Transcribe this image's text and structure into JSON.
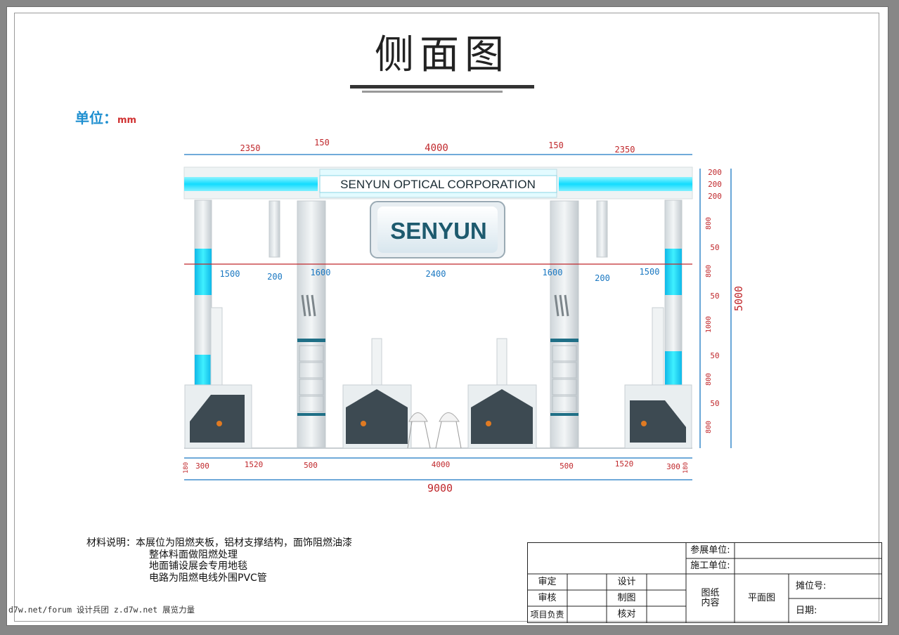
{
  "title": "侧面图",
  "unit": {
    "label": "单位：",
    "value": "mm"
  },
  "booth": {
    "header_sign": "SENYUN OPTICAL CORPORATION",
    "logo_sign": "SENYUN"
  },
  "dimensions": {
    "top": [
      "2350",
      "150",
      "4000",
      "150",
      "2350"
    ],
    "middle": [
      "1500",
      "200",
      "1600",
      "2400",
      "1600",
      "200",
      "1500"
    ],
    "bottom": [
      "180",
      "300",
      "1520",
      "500",
      "4000",
      "500",
      "1520",
      "300",
      "180"
    ],
    "total_width": "9000",
    "right_header": [
      "200",
      "200",
      "200"
    ],
    "right_vertical": [
      "800",
      "50",
      "800",
      "50",
      "1000",
      "50",
      "800",
      "50",
      "800"
    ],
    "total_height": "5000"
  },
  "notes": {
    "label": "材料说明：",
    "lines": [
      "本展位为阻燃夹板，铝材支撑结构，面饰阻燃油漆",
      "整体料面做阻燃处理",
      "地面铺设展会专用地毯",
      "电路为阻燃电线外围PVC管"
    ]
  },
  "title_block": {
    "exhibitor": "参展单位:",
    "builder": "施工单位:",
    "review": "审定",
    "design": "设计",
    "audit": "审核",
    "draft": "制图",
    "project_lead": "项目负责",
    "check": "核对",
    "drawing_content": "图纸\n内容",
    "drawing_name": "平面图",
    "booth_no": "摊位号:",
    "date": "日期:"
  },
  "watermark": "d7w.net/forum 设计兵团 z.d7w.net 展览力量",
  "colors": {
    "dim_red": "#c0282c",
    "dim_blue": "#1a78c2",
    "accent_cyan": "#19e3ff",
    "counter_dark": "#3d4a52"
  }
}
